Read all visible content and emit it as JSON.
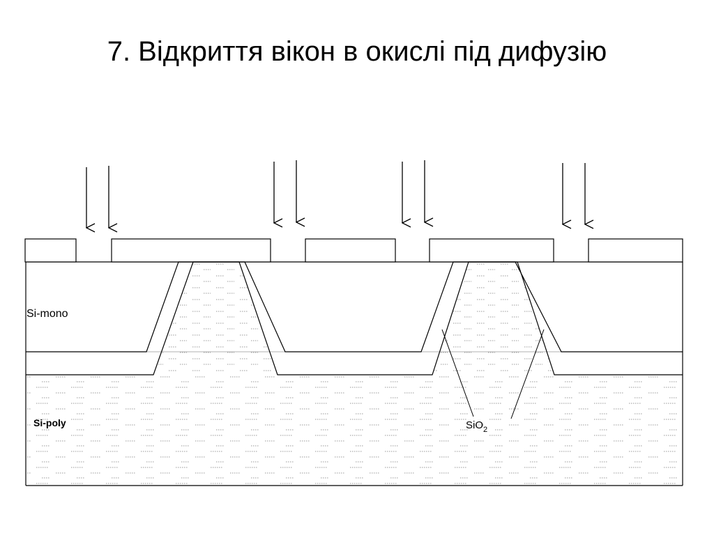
{
  "slide": {
    "title": "7. Відкриття вікон в окислі під дифузію"
  },
  "diagram": {
    "labels": {
      "si_mono": "Si-mono",
      "si_poly": "Si-poly",
      "sio2_base": "SiO",
      "sio2_sub": "2"
    },
    "colors": {
      "line": "#000000",
      "divider": "#b0b0b0",
      "texture": "#9a9a9a",
      "background": "#ffffff"
    }
  }
}
